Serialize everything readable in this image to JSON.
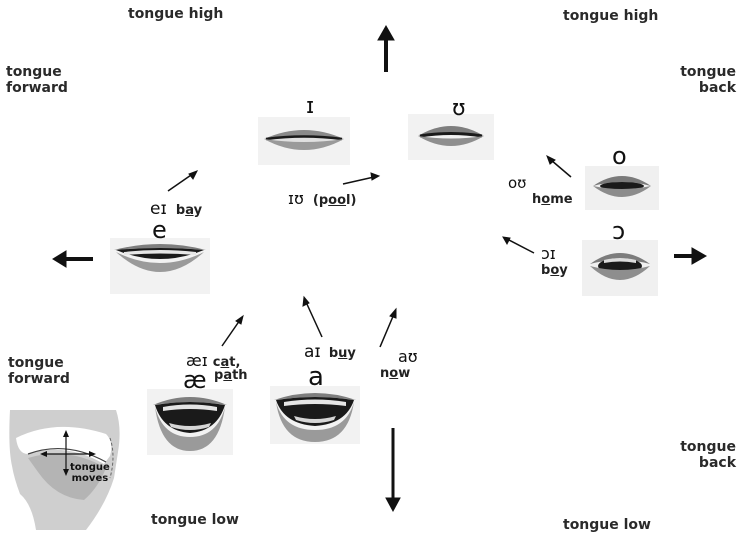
{
  "labels": {
    "top_left": "tongue high",
    "top_right": "tongue high",
    "upper_left_1": "tongue",
    "upper_left_2": "forward",
    "upper_right_1": "tongue",
    "upper_right_2": "back",
    "lower_left_1": "tongue",
    "lower_left_2": "forward",
    "lower_right_1": "tongue",
    "lower_right_2": "back",
    "bottom_left": "tongue low",
    "bottom_right": "tongue low"
  },
  "vowels": {
    "i": "ɪ",
    "u": "ʊ",
    "o": "o",
    "open_o": "ɔ",
    "e": "e",
    "ae": "æ",
    "a": "a"
  },
  "diphthongs": {
    "ei": {
      "ipa": "eɪ",
      "w1": "b",
      "w2": "a",
      "w3": "y"
    },
    "iu": {
      "ipa": "ɪʊ",
      "w1": "(p",
      "w2": "oo",
      "w3": "l)"
    },
    "ou": {
      "ipa": "oʊ",
      "w1": "h",
      "w2": "o",
      "w3": "me"
    },
    "oi": {
      "ipa": "ɔɪ",
      "w1": "b",
      "w2": "o",
      "w3": "y"
    },
    "aei": {
      "ipa": "æɪ",
      "w1": "c",
      "w2": "a",
      "w3": "t,",
      "x1": "p",
      "x2": "a",
      "x3": "th"
    },
    "ai": {
      "ipa": "aɪ",
      "w1": "b",
      "w2": "u",
      "w3": "y"
    },
    "au": {
      "ipa": "aʊ",
      "w1": "n",
      "w2": "o",
      "w3": "w"
    }
  },
  "inset": {
    "line1": "tongue",
    "line2": "moves"
  }
}
